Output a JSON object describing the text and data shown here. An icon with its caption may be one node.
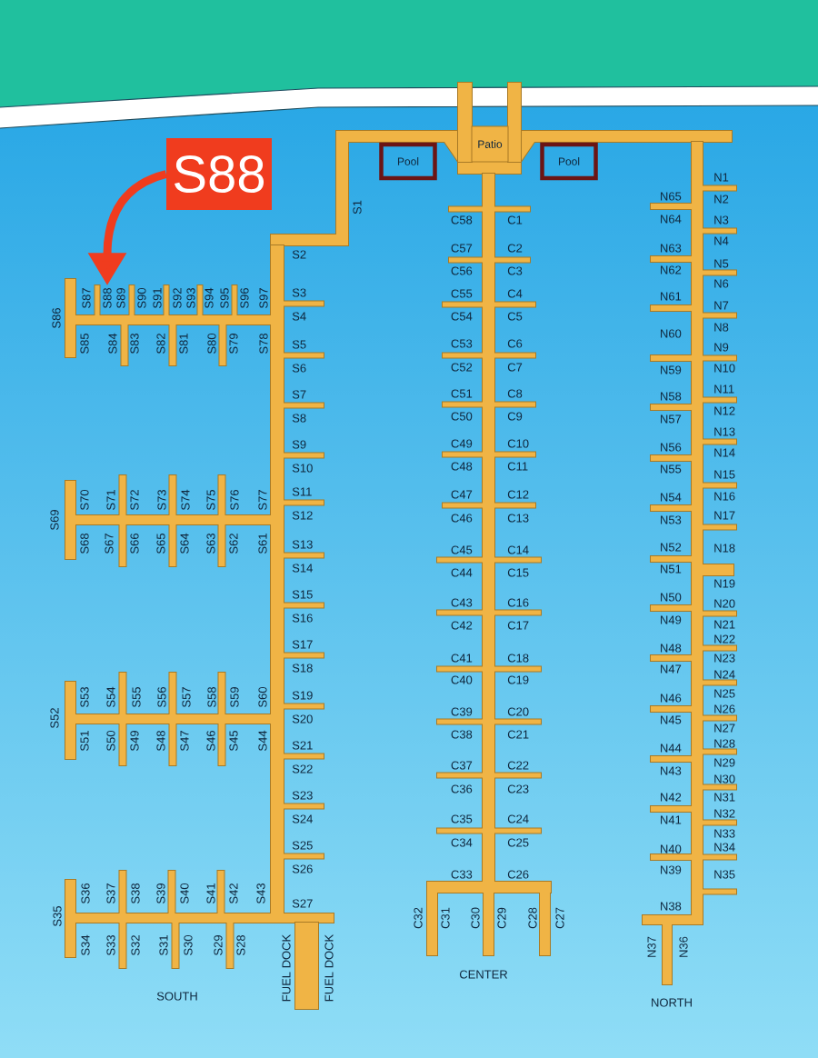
{
  "diagram": {
    "nodes": [
      {
        "text": [
          "S88"
        ]
      },
      {
        "text": [
          "Pool"
        ]
      },
      {
        "text": [
          "Patio"
        ]
      },
      {
        "text": [
          "Pool"
        ]
      },
      {
        "text": [
          "S88"
        ]
      }
    ],
    "edges": [
      {
        "from": 0,
        "to": 4,
        "arrow": "to"
      }
    ],
    "labels": [
      "S1",
      "S2",
      "S3",
      "S4",
      "S5",
      "S6",
      "S7",
      "S8",
      "S9",
      "S10",
      "S11",
      "S12",
      "S13",
      "S14",
      "S15",
      "S16",
      "S17",
      "S18",
      "S19",
      "S20",
      "S21",
      "S22",
      "S23",
      "S24",
      "S25",
      "S26",
      "S27",
      "S87",
      "S89",
      "S90",
      "S91",
      "S92",
      "S93",
      "S94",
      "S95",
      "S96",
      "S97",
      "S86",
      "S85",
      "S84",
      "S83",
      "S82",
      "S81",
      "S80",
      "S79",
      "S78",
      "S70",
      "S71",
      "S72",
      "S73",
      "S74",
      "S75",
      "S76",
      "S77",
      "S69",
      "S68",
      "S67",
      "S66",
      "S65",
      "S64",
      "S63",
      "S62",
      "S61",
      "S53",
      "S54",
      "S55",
      "S56",
      "S57",
      "S58",
      "S59",
      "S60",
      "S52",
      "S51",
      "S50",
      "S49",
      "S48",
      "S47",
      "S46",
      "S45",
      "S44",
      "S36",
      "S37",
      "S38",
      "S39",
      "S40",
      "S41",
      "S42",
      "S43",
      "S35",
      "S34",
      "S33",
      "S32",
      "S31",
      "S30",
      "S29",
      "S28",
      "FUEL DOCK",
      "FUEL DOCK",
      "SOUTH",
      "C58",
      "C1",
      "C57",
      "C2",
      "C56",
      "C3",
      "C55",
      "C4",
      "C54",
      "C5",
      "C53",
      "C6",
      "C52",
      "C7",
      "C51",
      "C8",
      "C50",
      "C9",
      "C49",
      "C10",
      "C48",
      "C11",
      "C47",
      "C12",
      "C46",
      "C13",
      "C45",
      "C14",
      "C44",
      "C15",
      "C43",
      "C16",
      "C42",
      "C17",
      "C41",
      "C18",
      "C40",
      "C19",
      "C39",
      "C20",
      "C38",
      "C21",
      "C37",
      "C22",
      "C36",
      "C23",
      "C35",
      "C24",
      "C34",
      "C25",
      "C33",
      "C26",
      "C32",
      "C31",
      "C30",
      "C29",
      "C28",
      "C27",
      "CENTER",
      "N1",
      "N2",
      "N3",
      "N4",
      "N5",
      "N6",
      "N7",
      "N8",
      "N9",
      "N10",
      "N11",
      "N12",
      "N13",
      "N14",
      "N15",
      "N16",
      "N17",
      "N18",
      "N19",
      "N20",
      "N21",
      "N22",
      "N23",
      "N24",
      "N25",
      "N26",
      "N27",
      "N28",
      "N29",
      "N30",
      "N31",
      "N32",
      "N33",
      "N34",
      "N35",
      "N65",
      "N64",
      "N63",
      "N62",
      "N61",
      "N60",
      "N59",
      "N58",
      "N57",
      "N56",
      "N55",
      "N54",
      "N53",
      "N52",
      "N51",
      "N50",
      "N49",
      "N48",
      "N47",
      "N46",
      "N45",
      "N44",
      "N43",
      "N42",
      "N41",
      "N40",
      "N39",
      "N38",
      "N37",
      "N36",
      "NORTH"
    ]
  }
}
